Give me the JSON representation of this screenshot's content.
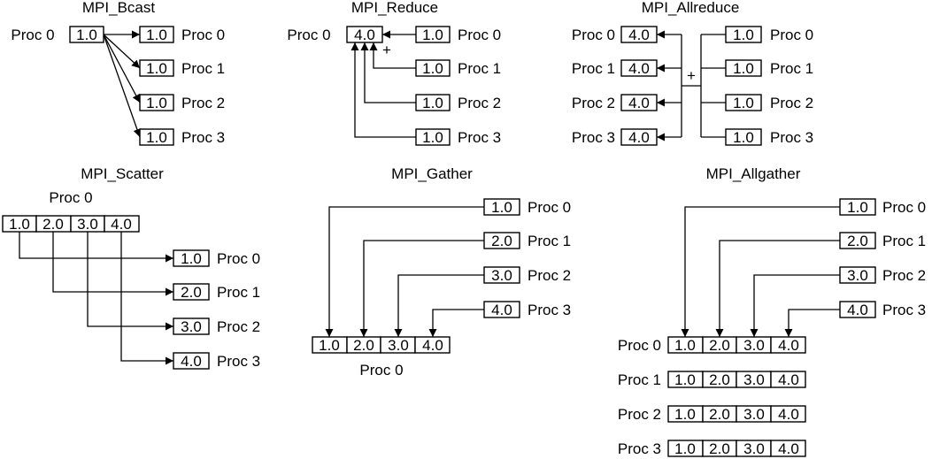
{
  "titles": {
    "bcast": "MPI_Bcast",
    "reduce": "MPI_Reduce",
    "allreduce": "MPI_Allreduce",
    "scatter": "MPI_Scatter",
    "gather": "MPI_Gather",
    "allgather": "MPI_Allgather"
  },
  "procs": [
    "Proc 0",
    "Proc 1",
    "Proc 2",
    "Proc 3"
  ],
  "values": {
    "one": "1.0",
    "two": "2.0",
    "three": "3.0",
    "four": "4.0"
  },
  "operator": "+"
}
